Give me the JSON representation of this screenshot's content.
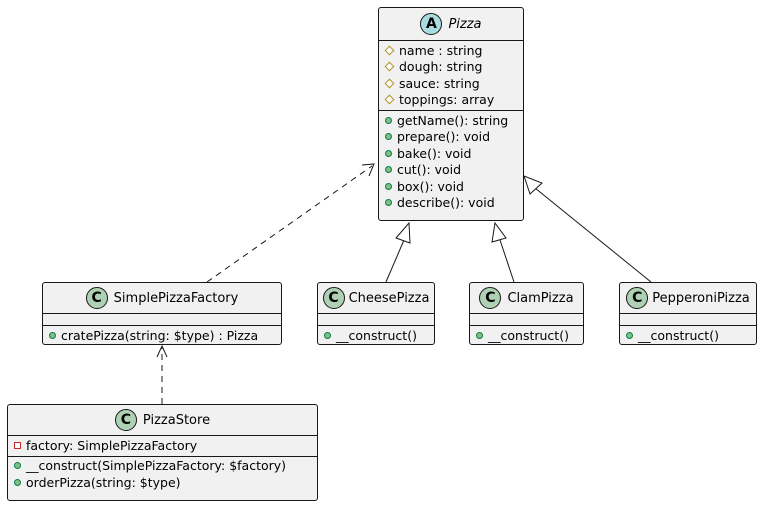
{
  "colors": {
    "class_fill": "#f1f1f1",
    "border": "#181818",
    "class_badge": "#add1b2",
    "abstract_badge": "#a9dcdf",
    "public_marker": "#84be84",
    "protected_marker": "#b38d22",
    "private_marker": "#c82930"
  },
  "classes": {
    "pizza": {
      "stereotype_letter": "A",
      "name": "Pizza",
      "attributes": [
        {
          "visibility": "protected",
          "text": "name : string"
        },
        {
          "visibility": "protected",
          "text": "dough: string"
        },
        {
          "visibility": "protected",
          "text": "sauce: string"
        },
        {
          "visibility": "protected",
          "text": "toppings: array"
        }
      ],
      "methods": [
        {
          "visibility": "public",
          "text": "getName(): string"
        },
        {
          "visibility": "public",
          "text": "prepare(): void"
        },
        {
          "visibility": "public",
          "text": "bake(): void"
        },
        {
          "visibility": "public",
          "text": "cut(): void"
        },
        {
          "visibility": "public",
          "text": "box(): void"
        },
        {
          "visibility": "public",
          "text": "describe(): void"
        }
      ]
    },
    "simple_pizza_factory": {
      "stereotype_letter": "C",
      "name": "SimplePizzaFactory",
      "methods": [
        {
          "visibility": "public",
          "text": "cratePizza(string: $type) : Pizza"
        }
      ]
    },
    "cheese_pizza": {
      "stereotype_letter": "C",
      "name": "CheesePizza",
      "methods": [
        {
          "visibility": "public",
          "text": "__construct()"
        }
      ]
    },
    "clam_pizza": {
      "stereotype_letter": "C",
      "name": "ClamPizza",
      "methods": [
        {
          "visibility": "public",
          "text": "__construct()"
        }
      ]
    },
    "pepperoni_pizza": {
      "stereotype_letter": "C",
      "name": "PepperoniPizza",
      "methods": [
        {
          "visibility": "public",
          "text": "__construct()"
        }
      ]
    },
    "pizza_store": {
      "stereotype_letter": "C",
      "name": "PizzaStore",
      "attributes": [
        {
          "visibility": "private",
          "text": "factory: SimplePizzaFactory"
        }
      ],
      "methods": [
        {
          "visibility": "public",
          "text": "__construct(SimplePizzaFactory: $factory)"
        },
        {
          "visibility": "public",
          "text": "orderPizza(string: $type)"
        }
      ]
    }
  },
  "relations": [
    {
      "from": "SimplePizzaFactory",
      "to": "Pizza",
      "type": "dependency"
    },
    {
      "from": "CheesePizza",
      "to": "Pizza",
      "type": "inheritance"
    },
    {
      "from": "ClamPizza",
      "to": "Pizza",
      "type": "inheritance"
    },
    {
      "from": "PepperoniPizza",
      "to": "Pizza",
      "type": "inheritance"
    },
    {
      "from": "PizzaStore",
      "to": "SimplePizzaFactory",
      "type": "dependency"
    }
  ]
}
